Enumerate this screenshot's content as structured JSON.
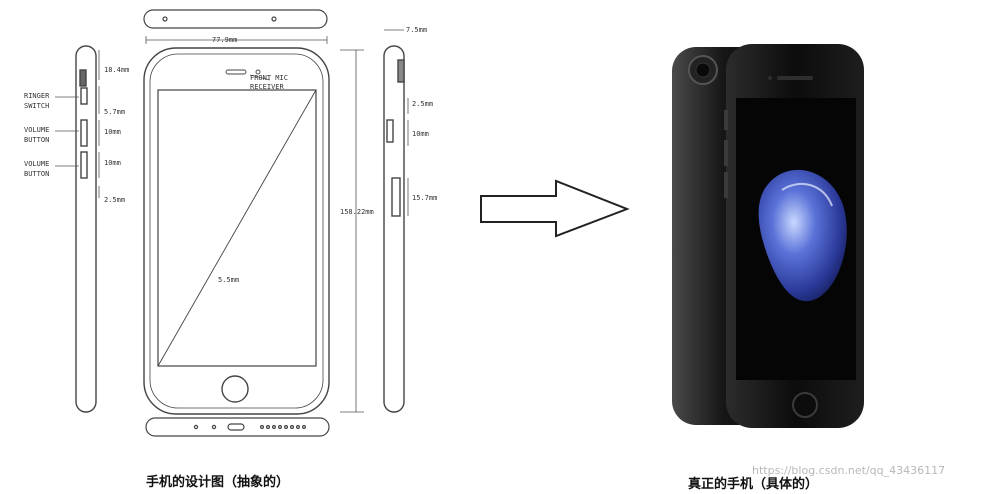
{
  "left_drawing": {
    "dims": {
      "width": "77.9mm",
      "top_thickness": "7.5mm",
      "ringer_offset": "18.4mm",
      "ringer_gap": "5.7mm",
      "side_gap": "2.5mm",
      "button1": "10mm",
      "button2": "10mm",
      "bottom_gap": "2.5mm",
      "power_button": "15.7mm",
      "height": "158.22mm",
      "diagonal": "5.5mm"
    },
    "labels": {
      "ringer_switch": [
        "RINGER",
        "SWITCH"
      ],
      "volume_up": [
        "VOLUME",
        "BUTTON"
      ],
      "volume_down": [
        "VOLUME",
        "BUTTON"
      ],
      "front_mic": [
        "FRONT MIC",
        "RECEIVER"
      ]
    },
    "caption": "手机的设计图（抽象的）"
  },
  "right_photo": {
    "caption": "真正的手机（具体的）"
  },
  "watermark": "https://blog.csdn.net/qq_43436117"
}
